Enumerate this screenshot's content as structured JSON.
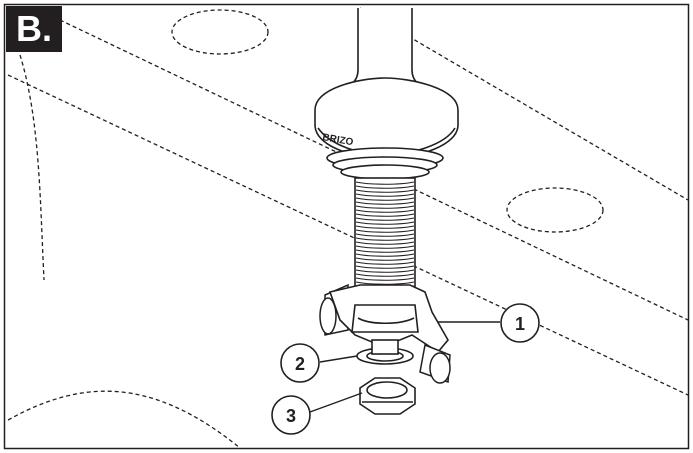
{
  "step_label": "B.",
  "brand_text": "BRIZO",
  "callouts": [
    {
      "number": "1",
      "part": "mounting-bracket"
    },
    {
      "number": "2",
      "part": "washer"
    },
    {
      "number": "3",
      "part": "mounting-nut"
    }
  ],
  "colors": {
    "ink": "#231f20",
    "background": "#ffffff",
    "badge": "#231f20"
  }
}
